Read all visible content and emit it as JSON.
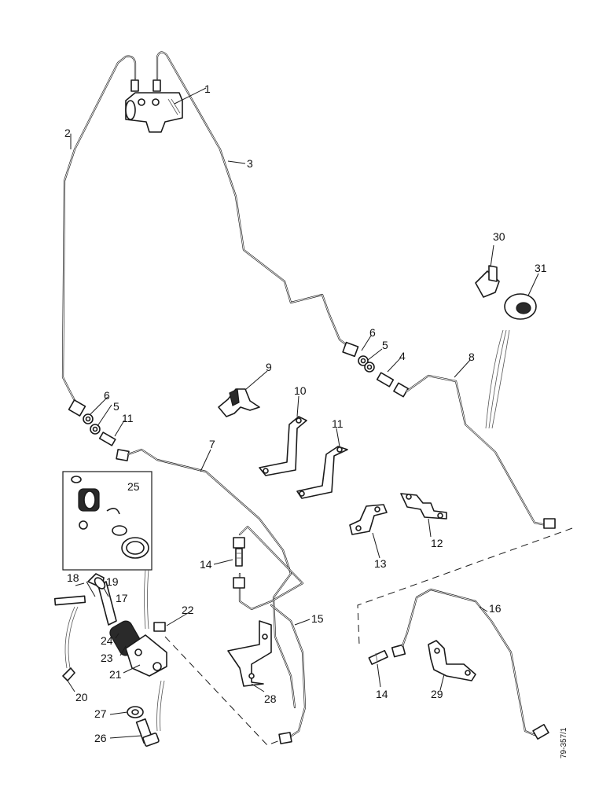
{
  "callouts": {
    "c1": "1",
    "c2": "2",
    "c3": "3",
    "c4": "4",
    "c5a": "5",
    "c5b": "5",
    "c6a": "6",
    "c6b": "6",
    "c7": "7",
    "c8": "8",
    "c9": "9",
    "c10": "10",
    "c11a": "11",
    "c11b": "11",
    "c12": "12",
    "c13": "13",
    "c14a": "14",
    "c14b": "14",
    "c15": "15",
    "c16": "16",
    "c17": "17",
    "c18": "18",
    "c19": "19",
    "c20": "20",
    "c21": "21",
    "c22": "22",
    "c23": "23",
    "c24": "24",
    "c25": "25",
    "c26": "26",
    "c27": "27",
    "c28": "28",
    "c29": "29",
    "c30": "30",
    "c31": "31"
  },
  "drawing_ref": "79-357/1"
}
